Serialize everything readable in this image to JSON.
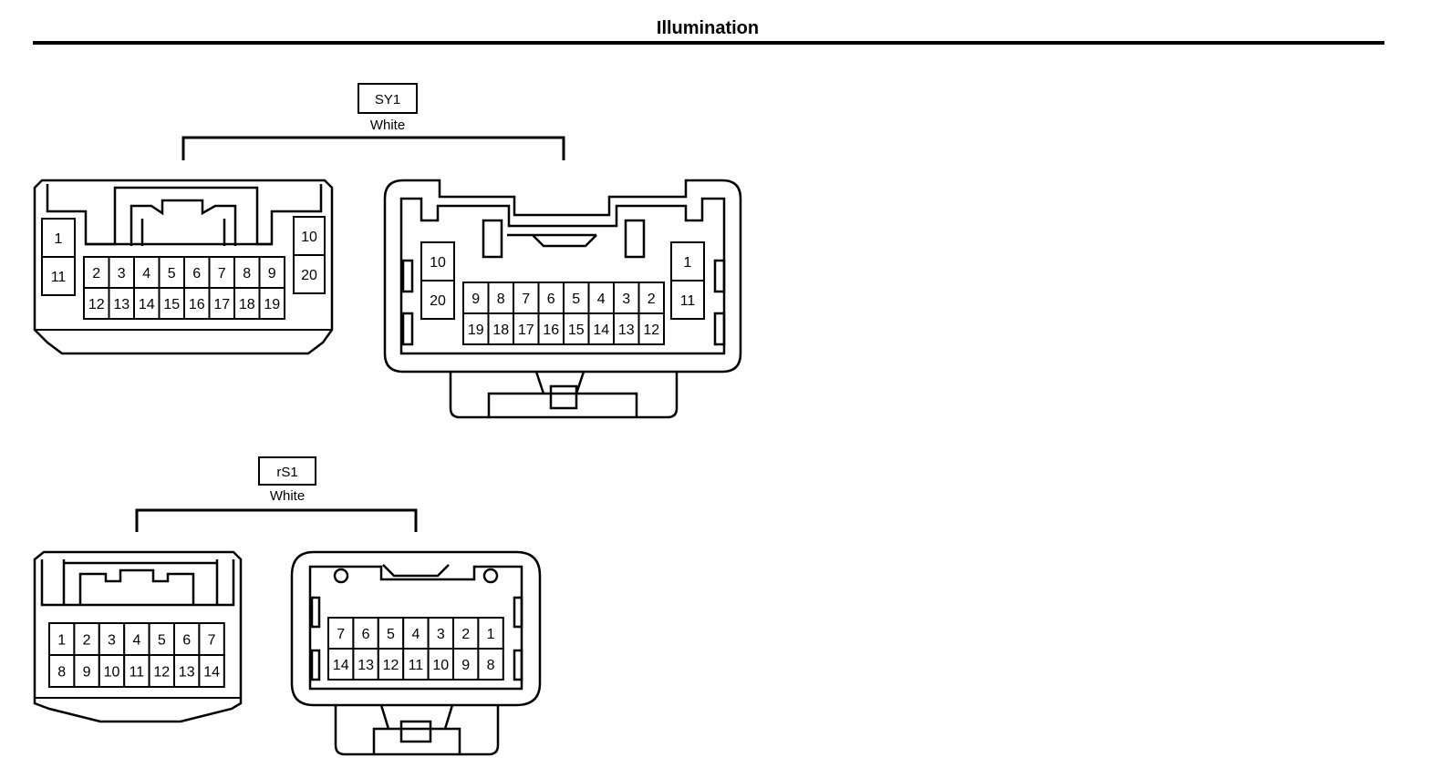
{
  "page": {
    "title": "Illumination"
  },
  "connectors": [
    {
      "id": "SY1",
      "code": "SY1",
      "color": "White",
      "views": {
        "left": {
          "side": [
            [
              "1"
            ],
            [
              "11"
            ]
          ],
          "side_right": [
            [
              "10"
            ],
            [
              "20"
            ]
          ],
          "center_top": [
            "2",
            "3",
            "4",
            "5",
            "6",
            "7",
            "8",
            "9"
          ],
          "center_bottom": [
            "12",
            "13",
            "14",
            "15",
            "16",
            "17",
            "18",
            "19"
          ]
        },
        "right": {
          "side_left": [
            [
              "10"
            ],
            [
              "20"
            ]
          ],
          "side_right": [
            [
              "1"
            ],
            [
              "11"
            ]
          ],
          "center_top": [
            "9",
            "8",
            "7",
            "6",
            "5",
            "4",
            "3",
            "2"
          ],
          "center_bottom": [
            "19",
            "18",
            "17",
            "16",
            "15",
            "14",
            "13",
            "12"
          ]
        }
      }
    },
    {
      "id": "rS1",
      "code": "rS1",
      "color": "White",
      "views": {
        "left": {
          "top": [
            "1",
            "2",
            "3",
            "4",
            "5",
            "6",
            "7"
          ],
          "bottom": [
            "8",
            "9",
            "10",
            "11",
            "12",
            "13",
            "14"
          ]
        },
        "right": {
          "top": [
            "7",
            "6",
            "5",
            "4",
            "3",
            "2",
            "1"
          ],
          "bottom": [
            "14",
            "13",
            "12",
            "11",
            "10",
            "9",
            "8"
          ]
        }
      }
    }
  ]
}
